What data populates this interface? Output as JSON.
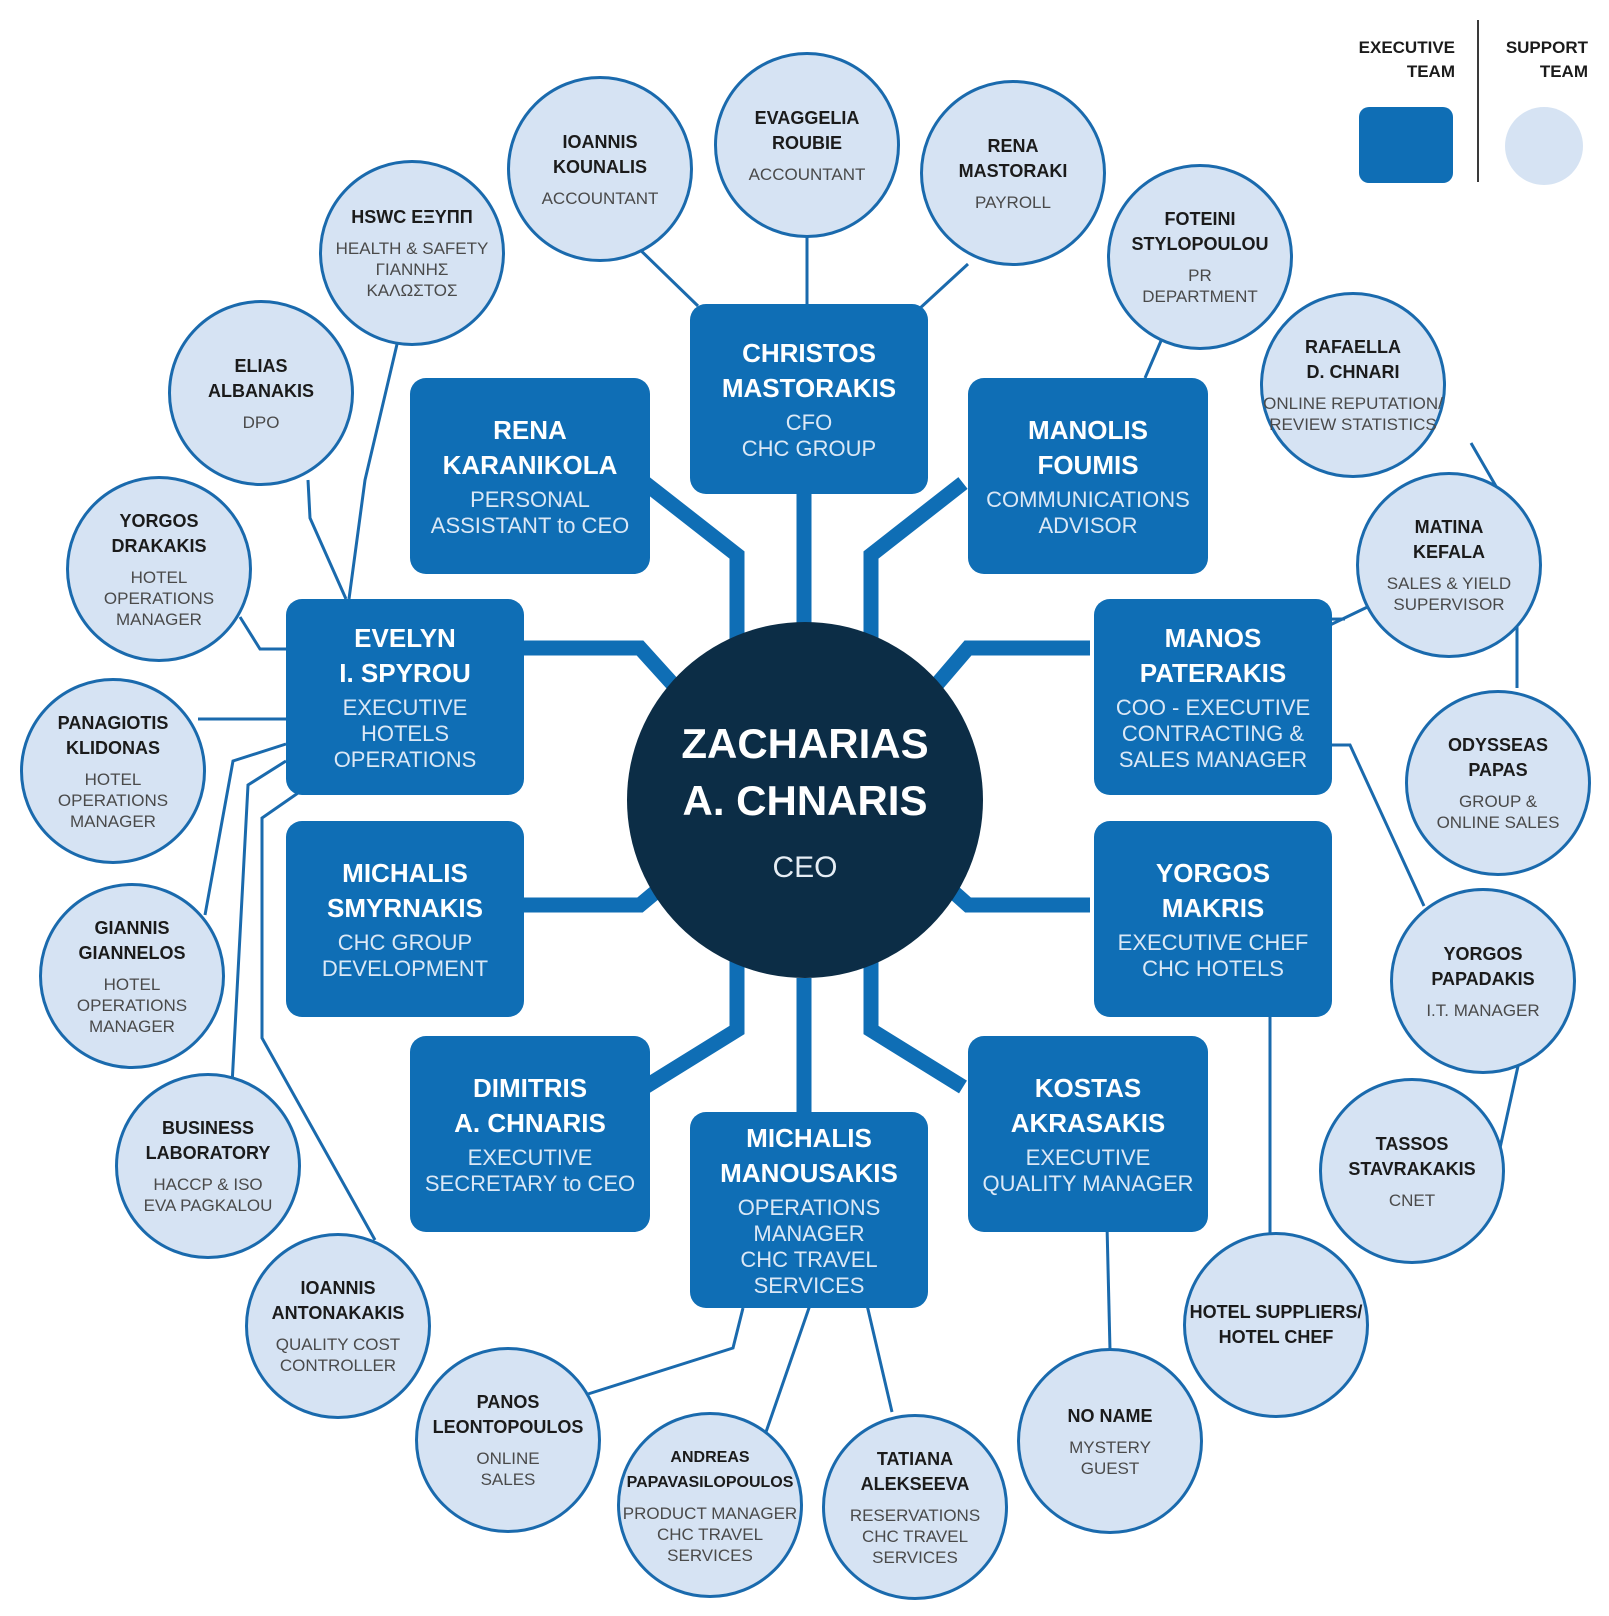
{
  "ceo": {
    "name": "ZACHARIAS\nA. CHNARIS",
    "role": "CEO"
  },
  "legend": {
    "executive": "EXECUTIVE\nTEAM",
    "support": "SUPPORT\nTEAM"
  },
  "executives": [
    {
      "name": "CHRISTOS\nMASTORAKIS",
      "role": "CFO\nCHC GROUP"
    },
    {
      "name": "RENA\nKARANIKOLA",
      "role": "PERSONAL\nASSISTANT to CEO"
    },
    {
      "name": "MANOLIS\nFOUMIS",
      "role": "COMMUNICATIONS\nADVISOR"
    },
    {
      "name": "EVELYN\nI. SPYROU",
      "role": "EXECUTIVE\nHOTELS OPERATIONS"
    },
    {
      "name": "MANOS\nPATERAKIS",
      "role": "COO - EXECUTIVE\nCONTRACTING &\nSALES MANAGER"
    },
    {
      "name": "MICHALIS\nSMYRNAKIS",
      "role": "CHC GROUP\nDEVELOPMENT"
    },
    {
      "name": "YORGOS\nMAKRIS",
      "role": "EXECUTIVE CHEF\nCHC HOTELS"
    },
    {
      "name": "DIMITRIS\nA. CHNARIS",
      "role": "EXECUTIVE\nSECRETARY to CEO"
    },
    {
      "name": "KOSTAS\nAKRASAKIS",
      "role": "EXECUTIVE\nQUALITY MANAGER"
    },
    {
      "name": "MICHALIS\nMANOUSAKIS",
      "role": "OPERATIONS MANAGER\nCHC TRAVEL SERVICES"
    }
  ],
  "support": [
    {
      "name": "EVAGGELIA\nROUBIE",
      "role": "ACCOUNTANT"
    },
    {
      "name": "IOANNIS\nKOUNALIS",
      "role": "ACCOUNTANT"
    },
    {
      "name": "RENA\nMASTORAKI",
      "role": "PAYROLL"
    },
    {
      "name": "HSWC ΕΞΥΠΠ",
      "role": "HEALTH & SAFETY\nΓΙΑΝΝΗΣ\nΚΑΛΩΣΤΟΣ"
    },
    {
      "name": "FOTEINI\nSTYLOPOULOU",
      "role": "PR\nDEPARTMENT"
    },
    {
      "name": "ELIAS\nALBANAKIS",
      "role": "DPO"
    },
    {
      "name": "RAFAELLA\nD. CHNARI",
      "role": "ONLINE REPUTATION/\nREVIEW STATISTICS"
    },
    {
      "name": "YORGOS\nDRAKAKIS",
      "role": "HOTEL\nOPERATIONS\nMANAGER"
    },
    {
      "name": "MATINA\nKEFALA",
      "role": "SALES & YIELD\nSUPERVISOR"
    },
    {
      "name": "PANAGIOTIS\nKLIDONAS",
      "role": "HOTEL\nOPERATIONS\nMANAGER"
    },
    {
      "name": "ODYSSEAS\nPAPAS",
      "role": "GROUP &\nONLINE SALES"
    },
    {
      "name": "GIANNIS\nGIANNELOS",
      "role": "HOTEL\nOPERATIONS\nMANAGER"
    },
    {
      "name": "YORGOS\nPAPADAKIS",
      "role": "I.T. MANAGER"
    },
    {
      "name": "BUSINESS\nLABORATORY",
      "role": "HACCP & ISO\nEVA PAGKALOU"
    },
    {
      "name": "TASSOS\nSTAVRAKAKIS",
      "role": "CNET"
    },
    {
      "name": "IOANNIS\nANTONAKAKIS",
      "role": "QUALITY COST\nCONTROLLER"
    },
    {
      "name": "HOTEL SUPPLIERS/\nHOTEL CHEF",
      "role": ""
    },
    {
      "name": "PANOS\nLEONTOPOULOS",
      "role": "ONLINE\nSALES"
    },
    {
      "name": "NO NAME",
      "role": "MYSTERY\nGUEST"
    },
    {
      "name": "ANDREAS\nPAPAVASILOPOULOS",
      "role": "PRODUCT MANAGER\nCHC TRAVEL\nSERVICES"
    },
    {
      "name": "TATIANA\nALEKSEEVA",
      "role": "RESERVATIONS\nCHC TRAVEL\nSERVICES"
    }
  ]
}
